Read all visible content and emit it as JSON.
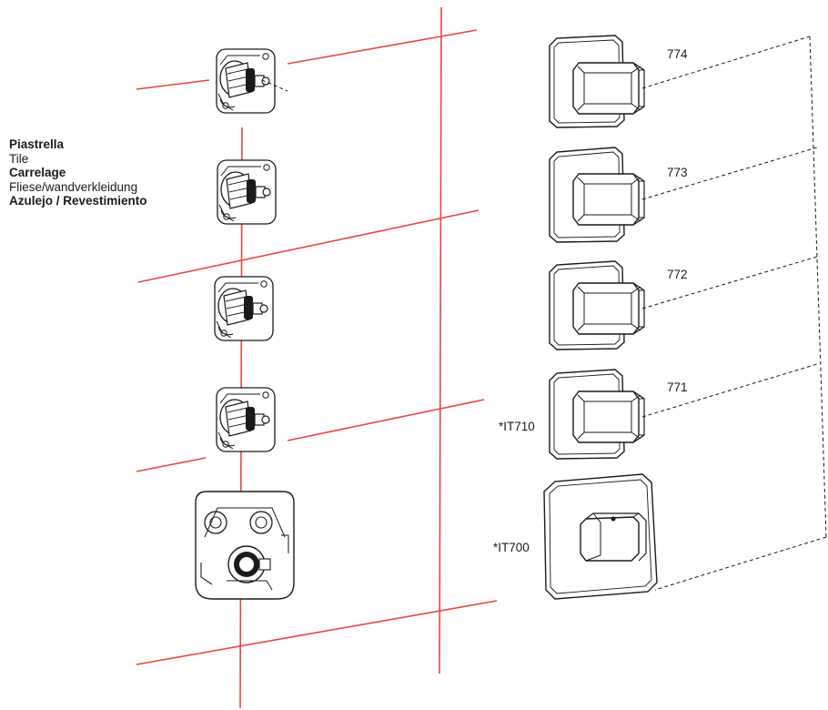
{
  "legend": {
    "line1": "Piastrella",
    "line2": "Tile",
    "line3": "Carrelage",
    "line4": "Fliese/wandverkleidung",
    "line5": "Azulejo / Revestimiento"
  },
  "codes": {
    "c774": "774",
    "c773": "773",
    "c772": "772",
    "c771": "771",
    "it710": "*IT710",
    "it700": "*IT700"
  },
  "colors": {
    "tile_line": "#e8473f",
    "drawing": "#1a1a1a"
  },
  "icons": {
    "valve_body": "valve-body-icon",
    "handle": "handle-icon"
  }
}
